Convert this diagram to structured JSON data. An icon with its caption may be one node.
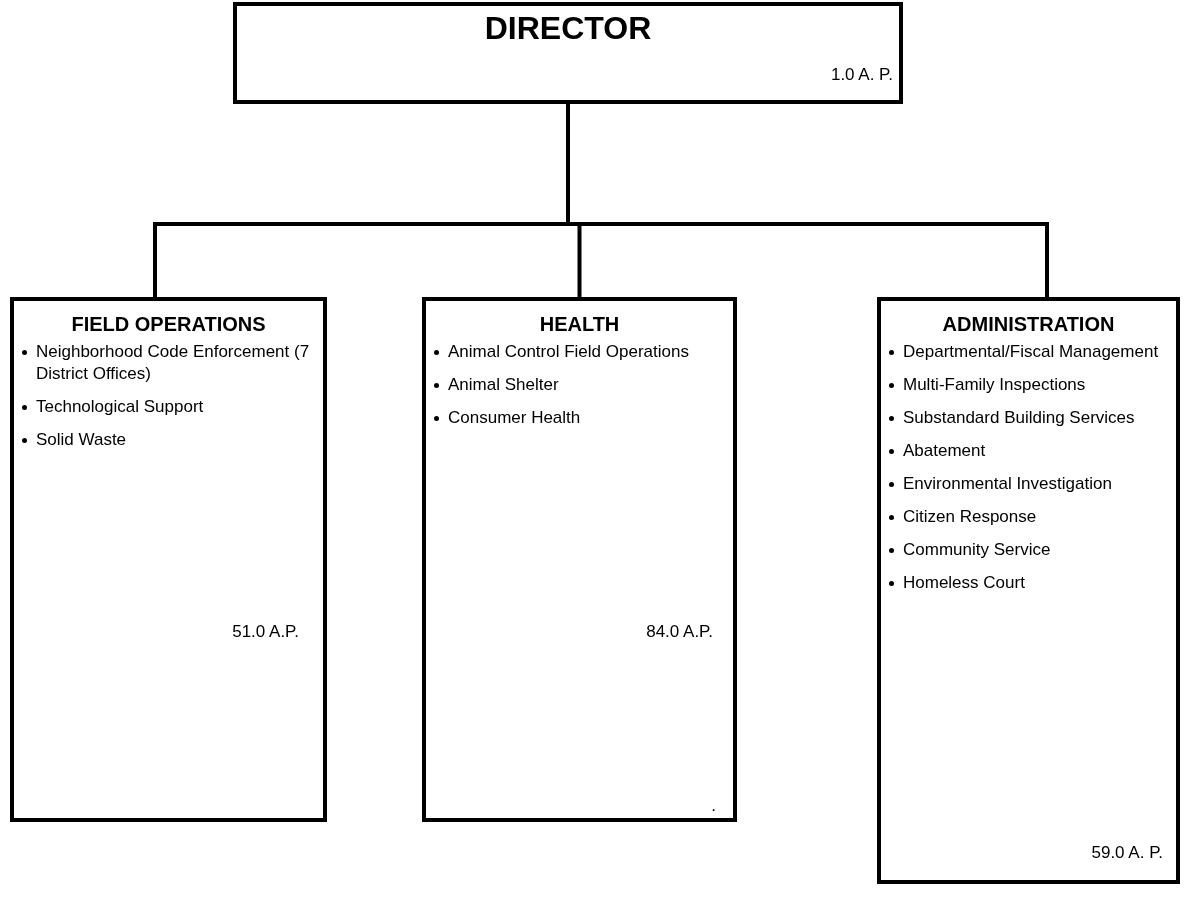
{
  "diagram": {
    "nodes": [
      {
        "text": [
          "DIRECTOR",
          "1.0 A. P."
        ]
      },
      {
        "text": [
          "FIELD OPERATIONS",
          "Neighborhood Code Enforcement (7 District Offices)",
          "Technological Support",
          "Solid Waste",
          "51.0 A.P."
        ]
      },
      {
        "text": [
          "HEALTH",
          "Animal Control Field Operations",
          "Animal Shelter",
          "Consumer Health",
          "84.0 A.P.",
          "."
        ]
      },
      {
        "text": [
          "ADMINISTRATION",
          "Departmental/Fiscal Management",
          "Multi-Family Inspections",
          "Substandard Building Services",
          "Abatement",
          "Environmental Investigation",
          "Citizen Response",
          "Community Service",
          "Homeless Court",
          "59.0 A. P."
        ]
      }
    ],
    "edges": [
      {
        "from": 0,
        "to": 1,
        "arrow": "none"
      },
      {
        "from": 0,
        "to": 2,
        "arrow": "none"
      },
      {
        "from": 0,
        "to": 3,
        "arrow": "none"
      }
    ]
  }
}
